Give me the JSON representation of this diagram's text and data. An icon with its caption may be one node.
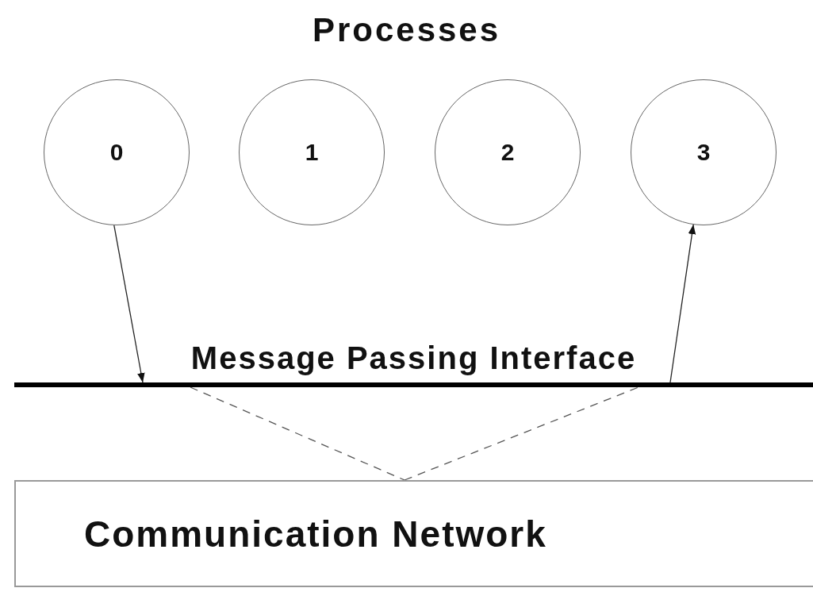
{
  "diagram": {
    "title": "Processes",
    "nodes": [
      {
        "text": [
          "0"
        ]
      },
      {
        "text": [
          "1"
        ]
      },
      {
        "text": [
          "2"
        ]
      },
      {
        "text": [
          "3"
        ]
      },
      {
        "text": [
          "Message Passing Interface"
        ]
      },
      {
        "text": [
          "Communication Network"
        ]
      }
    ],
    "edges": [
      {
        "from": 0,
        "to": 4,
        "arrow": "to"
      },
      {
        "from": 4,
        "to": 3,
        "arrow": "to"
      },
      {
        "from": 4,
        "to": 5,
        "arrow": "none",
        "style": "dashed"
      },
      {
        "from": 5,
        "to": 4,
        "arrow": "none",
        "style": "dashed"
      }
    ]
  }
}
